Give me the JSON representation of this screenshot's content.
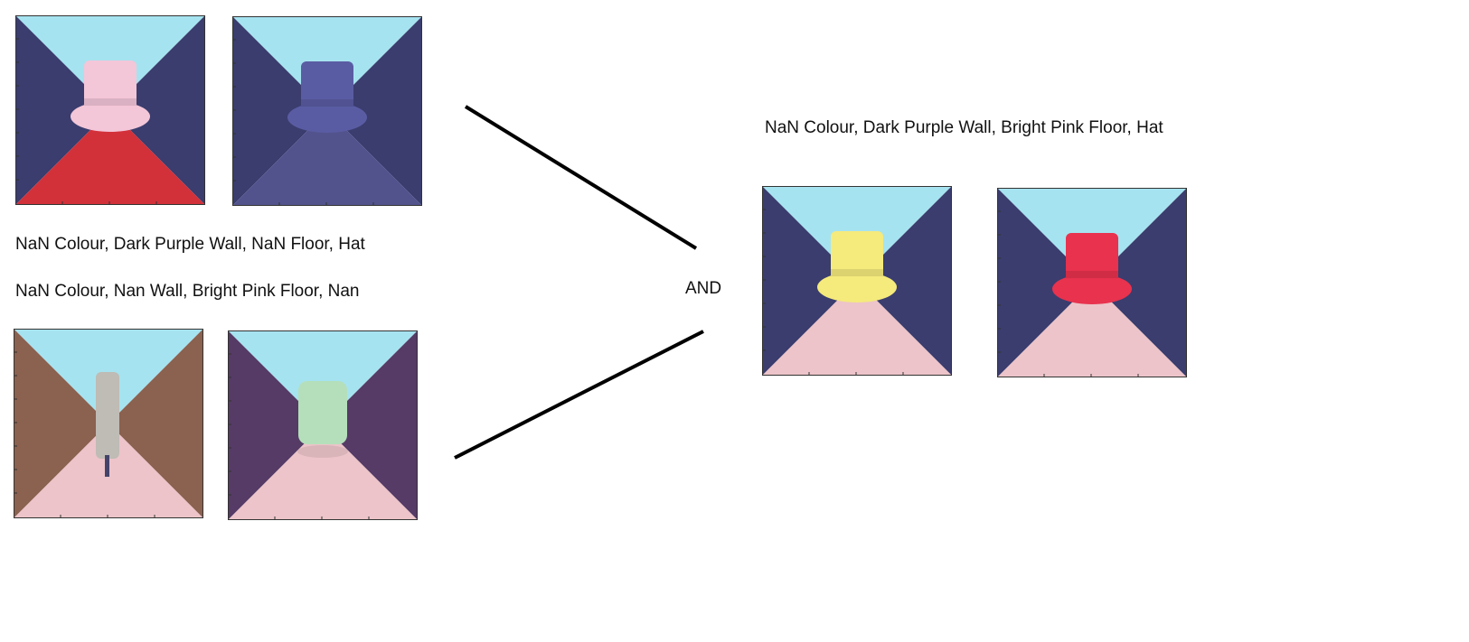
{
  "left_top": {
    "caption": "NaN Colour, Dark Purple Wall, NaN Floor, Hat",
    "panels": [
      {
        "ceiling": "#a6e3f0",
        "wall": "#3a3d6e",
        "floor": "#d3313a",
        "object": "hat",
        "object_color": "#f3c6d8"
      },
      {
        "ceiling": "#a6e3f0",
        "wall": "#3a3d6e",
        "floor": "#52538d",
        "object": "hat",
        "object_color": "#5a5ca3"
      }
    ]
  },
  "left_bottom": {
    "caption": "NaN Colour, Nan Wall, Bright Pink Floor, Nan",
    "panels": [
      {
        "ceiling": "#a6e3f0",
        "wall": "#8b6150",
        "floor": "#ecc4c9",
        "object": "pillar",
        "object_color": "#bfbbb5"
      },
      {
        "ceiling": "#a6e3f0",
        "wall": "#553b66",
        "floor": "#ecc4c9",
        "object": "block",
        "object_color": "#b5dfbb"
      }
    ]
  },
  "operator": "AND",
  "result": {
    "caption": "NaN Colour, Dark Purple Wall, Bright Pink Floor, Hat",
    "panels": [
      {
        "ceiling": "#a6e3f0",
        "wall": "#3a3d6e",
        "floor": "#ecc4c9",
        "object": "hat",
        "object_color": "#f5ea7c"
      },
      {
        "ceiling": "#a6e3f0",
        "wall": "#3a3d6e",
        "floor": "#ecc4c9",
        "object": "hat",
        "object_color": "#e8324e"
      }
    ]
  }
}
